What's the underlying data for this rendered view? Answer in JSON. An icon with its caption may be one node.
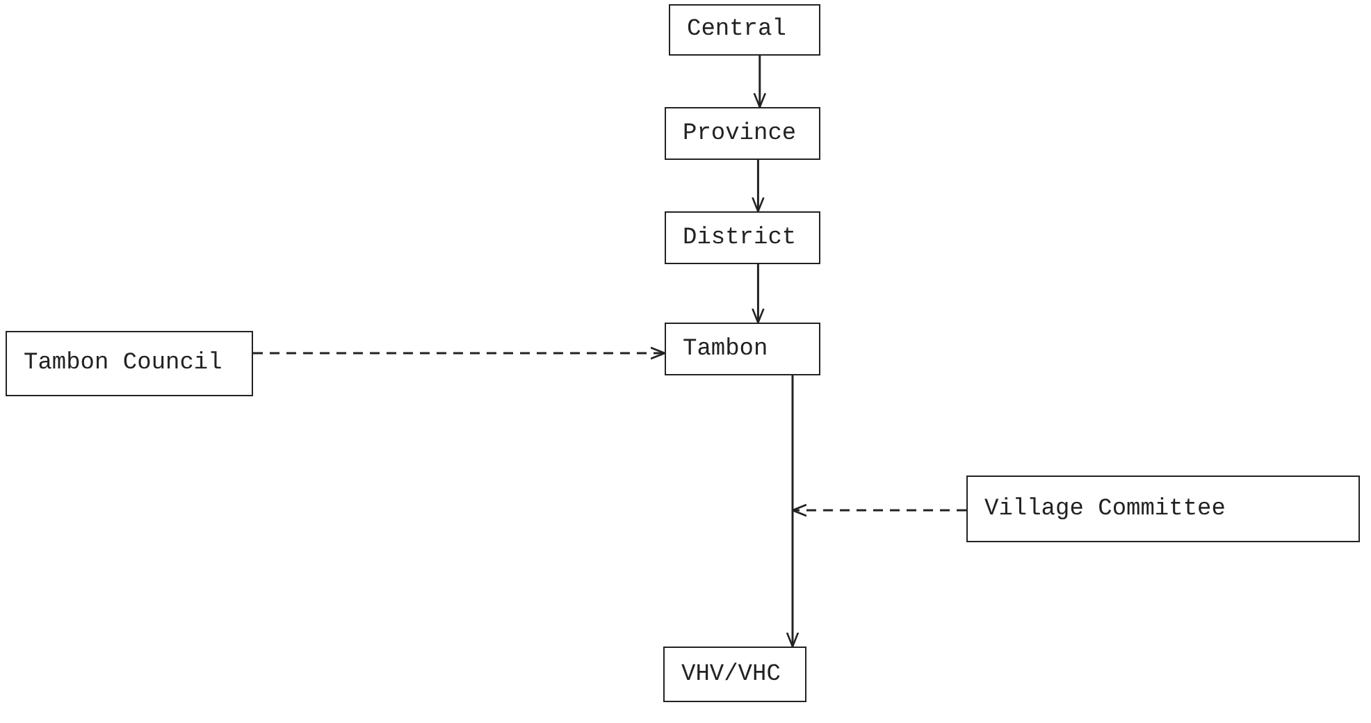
{
  "diagram": {
    "nodes": [
      {
        "text": [
          "Central"
        ]
      },
      {
        "text": [
          "Province"
        ]
      },
      {
        "text": [
          "District"
        ]
      },
      {
        "text": [
          "Tambon Council"
        ]
      },
      {
        "text": [
          "Tambon"
        ]
      },
      {
        "text": [
          "Village Committee"
        ]
      },
      {
        "text": [
          "VHV/VHC"
        ]
      }
    ],
    "edges": [
      {
        "from": 0,
        "to": 1,
        "arrow": "to"
      },
      {
        "from": 1,
        "to": 2,
        "arrow": "to"
      },
      {
        "from": 2,
        "to": 4,
        "arrow": "to"
      },
      {
        "from": 3,
        "to": 4,
        "arrow": "to",
        "style": "dashed"
      },
      {
        "from": 4,
        "to": 6,
        "arrow": "to"
      },
      {
        "from": 5,
        "to": null,
        "arrow": "to",
        "style": "dashed"
      }
    ]
  }
}
